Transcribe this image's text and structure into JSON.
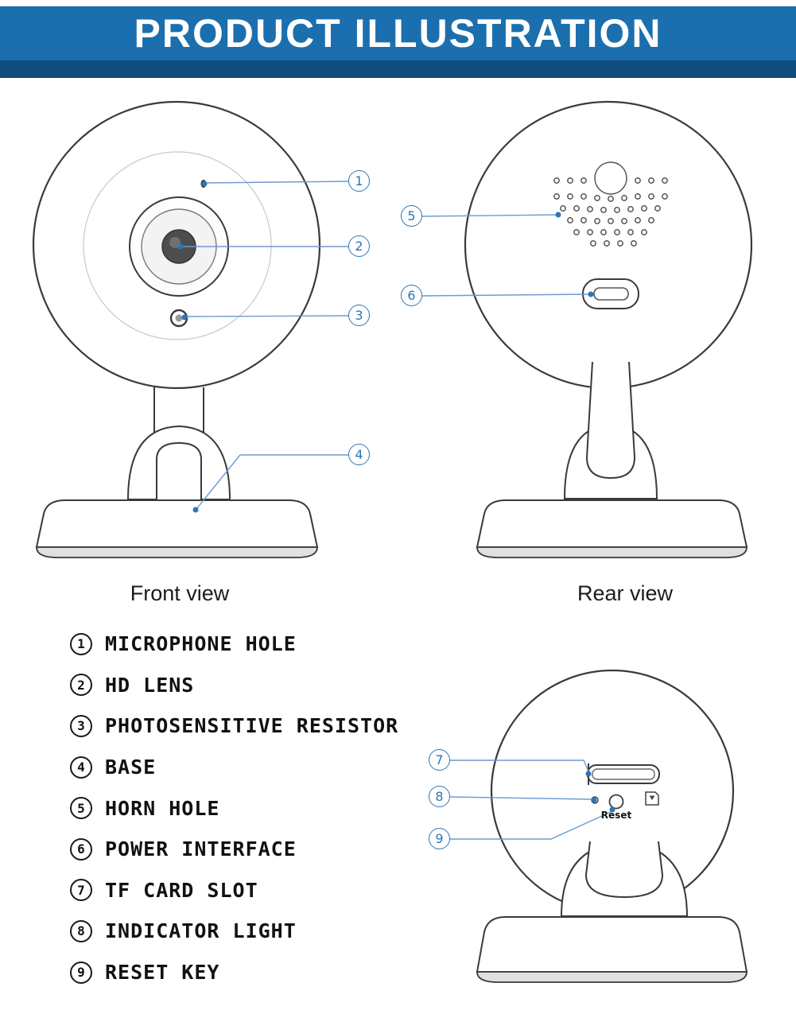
{
  "header": {
    "title": "PRODUCT ILLUSTRATION"
  },
  "views": {
    "front_label": "Front view",
    "rear_label": "Rear view"
  },
  "legend": [
    {
      "num": "1",
      "label": "MICROPHONE HOLE"
    },
    {
      "num": "2",
      "label": "HD LENS"
    },
    {
      "num": "3",
      "label": "PHOTOSENSITIVE RESISTOR"
    },
    {
      "num": "4",
      "label": "BASE"
    },
    {
      "num": "5",
      "label": "HORN HOLE"
    },
    {
      "num": "6",
      "label": "POWER INTERFACE"
    },
    {
      "num": "7",
      "label": "TF CARD SLOT"
    },
    {
      "num": "8",
      "label": "INDICATOR LIGHT"
    },
    {
      "num": "9",
      "label": "RESET KEY"
    }
  ],
  "annotations": {
    "reset_button_label": "Reset"
  },
  "colors": {
    "header_bg": "#1b6fae",
    "header_stripe": "#0e4d7d",
    "callout_blue": "#2e75b6",
    "line_blue": "#6b9bd2",
    "line_art": "#3a3a3a"
  }
}
